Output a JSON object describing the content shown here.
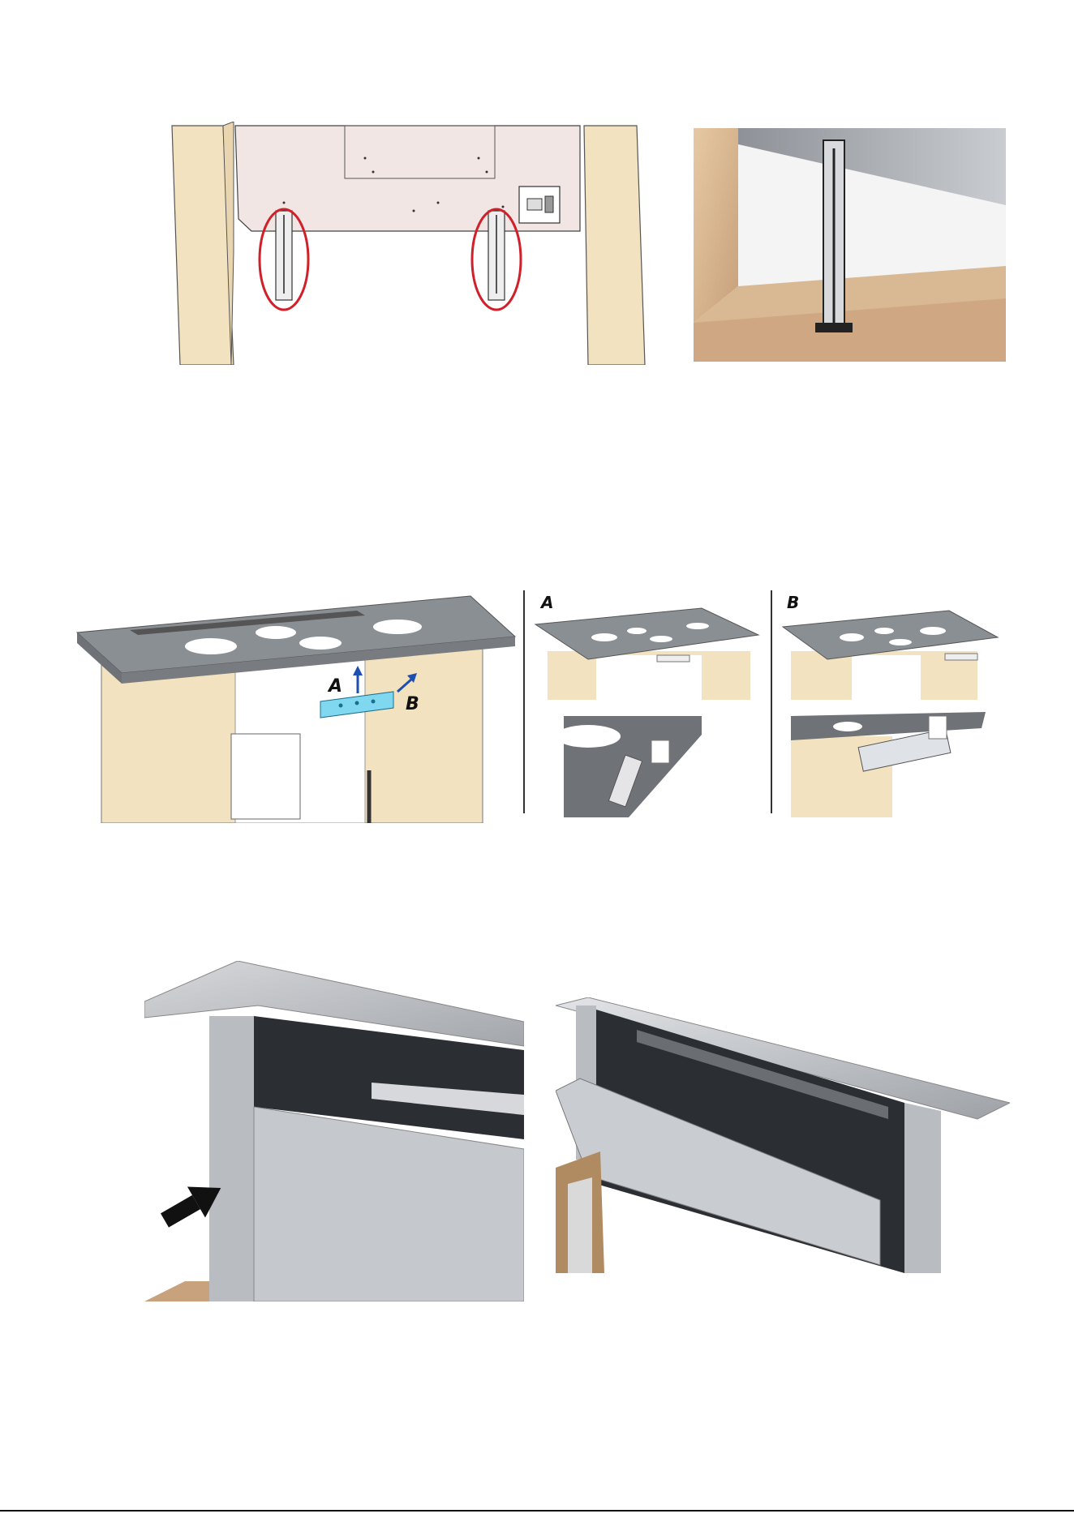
{
  "figures": {
    "fig1": {
      "description_icon": "cabinet-legs-circled"
    },
    "fig2": {
      "description_icon": "leg-photo"
    },
    "fig3": {
      "label_a": "A",
      "label_b": "B"
    },
    "fig4": {
      "panel_label": "A"
    },
    "fig5": {
      "panel_label": "B"
    },
    "fig6": {
      "description_icon": "front-panel-arrow"
    },
    "fig7": {
      "description_icon": "open-front-panel"
    }
  },
  "colors": {
    "highlight_circle": "#d0202a",
    "arrow_blue": "#1d4fb0",
    "bracket_cyan": "#7fd8f0",
    "wood": "#f3e2c0",
    "steel": "#c9ccd0",
    "countertop": "#8a8f94"
  }
}
